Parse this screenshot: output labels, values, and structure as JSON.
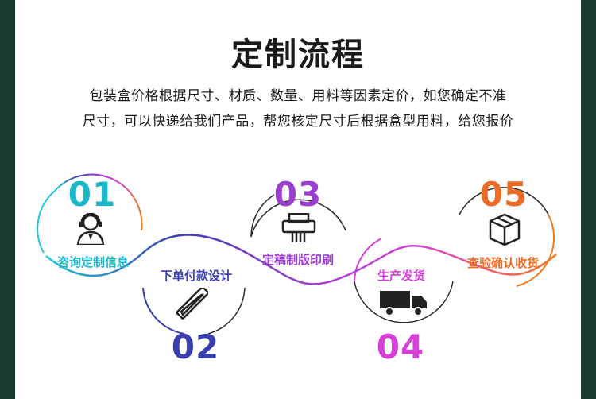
{
  "title": "定制流程",
  "description_line1": "包装盒价格根据尺寸、材质、数量、用料等因素定价，如您确定不准",
  "description_line2": "尺寸，可以快递给我们产品，帮您核定尺寸后根据盒型用料，给您报价",
  "steps": [
    {
      "number": "01",
      "label": "咨询定制信息",
      "icon": "customer-service-icon",
      "color": "#19b8c9"
    },
    {
      "number": "02",
      "label": "下单付款设计",
      "icon": "ruler-pencil-icon",
      "color": "#3a3fb0"
    },
    {
      "number": "03",
      "label": "定稿制版印刷",
      "icon": "shredder-printer-icon",
      "color": "#9a3fd0"
    },
    {
      "number": "04",
      "label": "生产发货",
      "icon": "truck-icon",
      "color": "#d63fd8"
    },
    {
      "number": "05",
      "label": "查验确认收货",
      "icon": "box-icon",
      "color": "#ef6a24"
    }
  ],
  "colors": {
    "background": "#1b3b30",
    "card": "#ffffff",
    "text": "#1a1a1a"
  }
}
